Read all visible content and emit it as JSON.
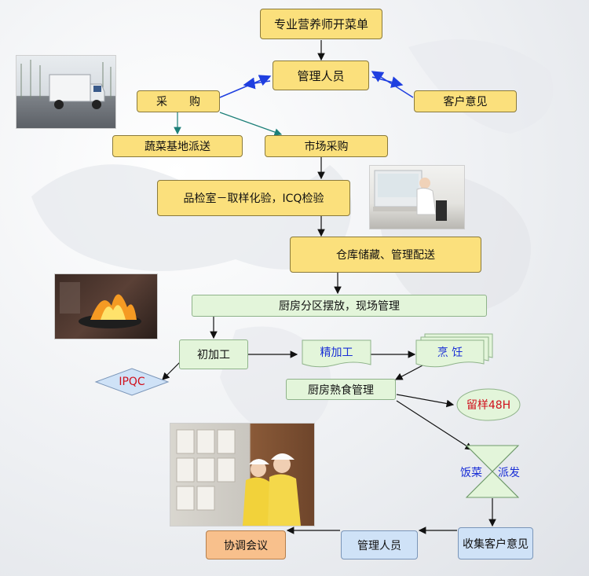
{
  "nodes": {
    "nutritionist_menu": "专业营养师开菜单",
    "managers_top": "管理人员",
    "purchasing": "采　　购",
    "customer_feedback": "客户意见",
    "vegetable_base_delivery": "蔬菜基地派送",
    "market_purchase": "市场采购",
    "quality_lab": "品检室－取样化验，ICQ检验",
    "warehouse": "仓库储藏、管理配送",
    "kitchen_zones": "厨房分区摆放，现场管理",
    "primary_processing": "初加工",
    "fine_processing": "精加工",
    "cooking": "烹 饪",
    "ipqc": "IPQC",
    "cooked_food_management": "厨房熟食管理",
    "sample_retention": "留样48H",
    "meal_dispatch_left": "饭菜",
    "meal_dispatch_right": "派发",
    "collect_feedback": "收集客户意见",
    "managers_bottom": "管理人员",
    "coordination_meeting": "协调会议"
  },
  "colors": {
    "yellow_box": "#fbe07c",
    "green_box": "#e3f5da",
    "blue_box": "#cfe2f7",
    "orange_box": "#f8c08c",
    "blue_arrow": "#1f3fe0",
    "teal_arrow": "#1c7f78",
    "black_arrow": "#111111",
    "blue_text": "#1a2fd6",
    "red_text": "#d0101c"
  },
  "photos": [
    "delivery-truck-photo",
    "lab-technician-photo",
    "wok-fire-photo",
    "staff-noticeboard-photo"
  ]
}
